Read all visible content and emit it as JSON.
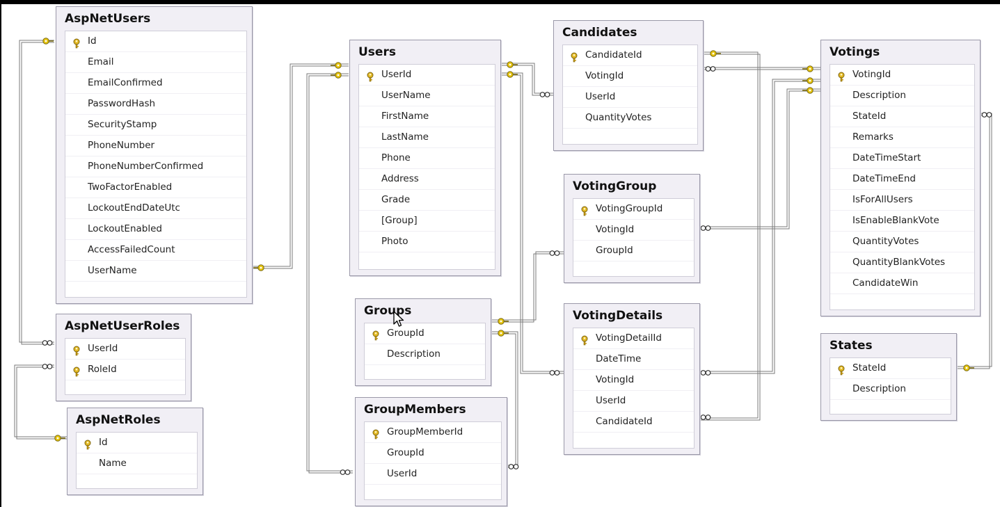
{
  "tables": {
    "aspnetusers": {
      "title": "AspNetUsers",
      "columns": [
        "Id",
        "Email",
        "EmailConfirmed",
        "PasswordHash",
        "SecurityStamp",
        "PhoneNumber",
        "PhoneNumberConfirmed",
        "TwoFactorEnabled",
        "LockoutEndDateUtc",
        "LockoutEnabled",
        "AccessFailedCount",
        "UserName"
      ]
    },
    "users": {
      "title": "Users",
      "columns": [
        "UserId",
        "UserName",
        "FirstName",
        "LastName",
        "Phone",
        "Address",
        "Grade",
        "[Group]",
        "Photo"
      ]
    },
    "candidates": {
      "title": "Candidates",
      "columns": [
        "CandidateId",
        "VotingId",
        "UserId",
        "QuantityVotes"
      ]
    },
    "votings": {
      "title": "Votings",
      "columns": [
        "VotingId",
        "Description",
        "StateId",
        "Remarks",
        "DateTimeStart",
        "DateTimeEnd",
        "IsForAllUsers",
        "IsEnableBlankVote",
        "QuantityVotes",
        "QuantityBlankVotes",
        "CandidateWin"
      ]
    },
    "votinggroup": {
      "title": "VotingGroup",
      "columns": [
        "VotingGroupId",
        "VotingId",
        "GroupId"
      ]
    },
    "aspnetuserroles": {
      "title": "AspNetUserRoles",
      "columns": [
        "UserId",
        "RoleId"
      ]
    },
    "groups": {
      "title": "Groups",
      "columns": [
        "GroupId",
        "Description"
      ]
    },
    "votingdetails": {
      "title": "VotingDetails",
      "columns": [
        "VotingDetailId",
        "DateTime",
        "VotingId",
        "UserId",
        "CandidateId"
      ]
    },
    "states": {
      "title": "States",
      "columns": [
        "StateId",
        "Description"
      ]
    },
    "aspnetroles": {
      "title": "AspNetRoles",
      "columns": [
        "Id",
        "Name"
      ]
    },
    "groupmembers": {
      "title": "GroupMembers",
      "columns": [
        "GroupMemberId",
        "GroupId",
        "UserId"
      ]
    }
  },
  "icons": {
    "primary_key": "key-icon",
    "one_end": "key-link-icon",
    "many_end": "infinity-icon",
    "pointer": "mouse-cursor-icon"
  },
  "colors": {
    "key": "#d4a017",
    "table_border": "#9a98a8",
    "table_header": "#f1eff5",
    "line": "#777777"
  }
}
